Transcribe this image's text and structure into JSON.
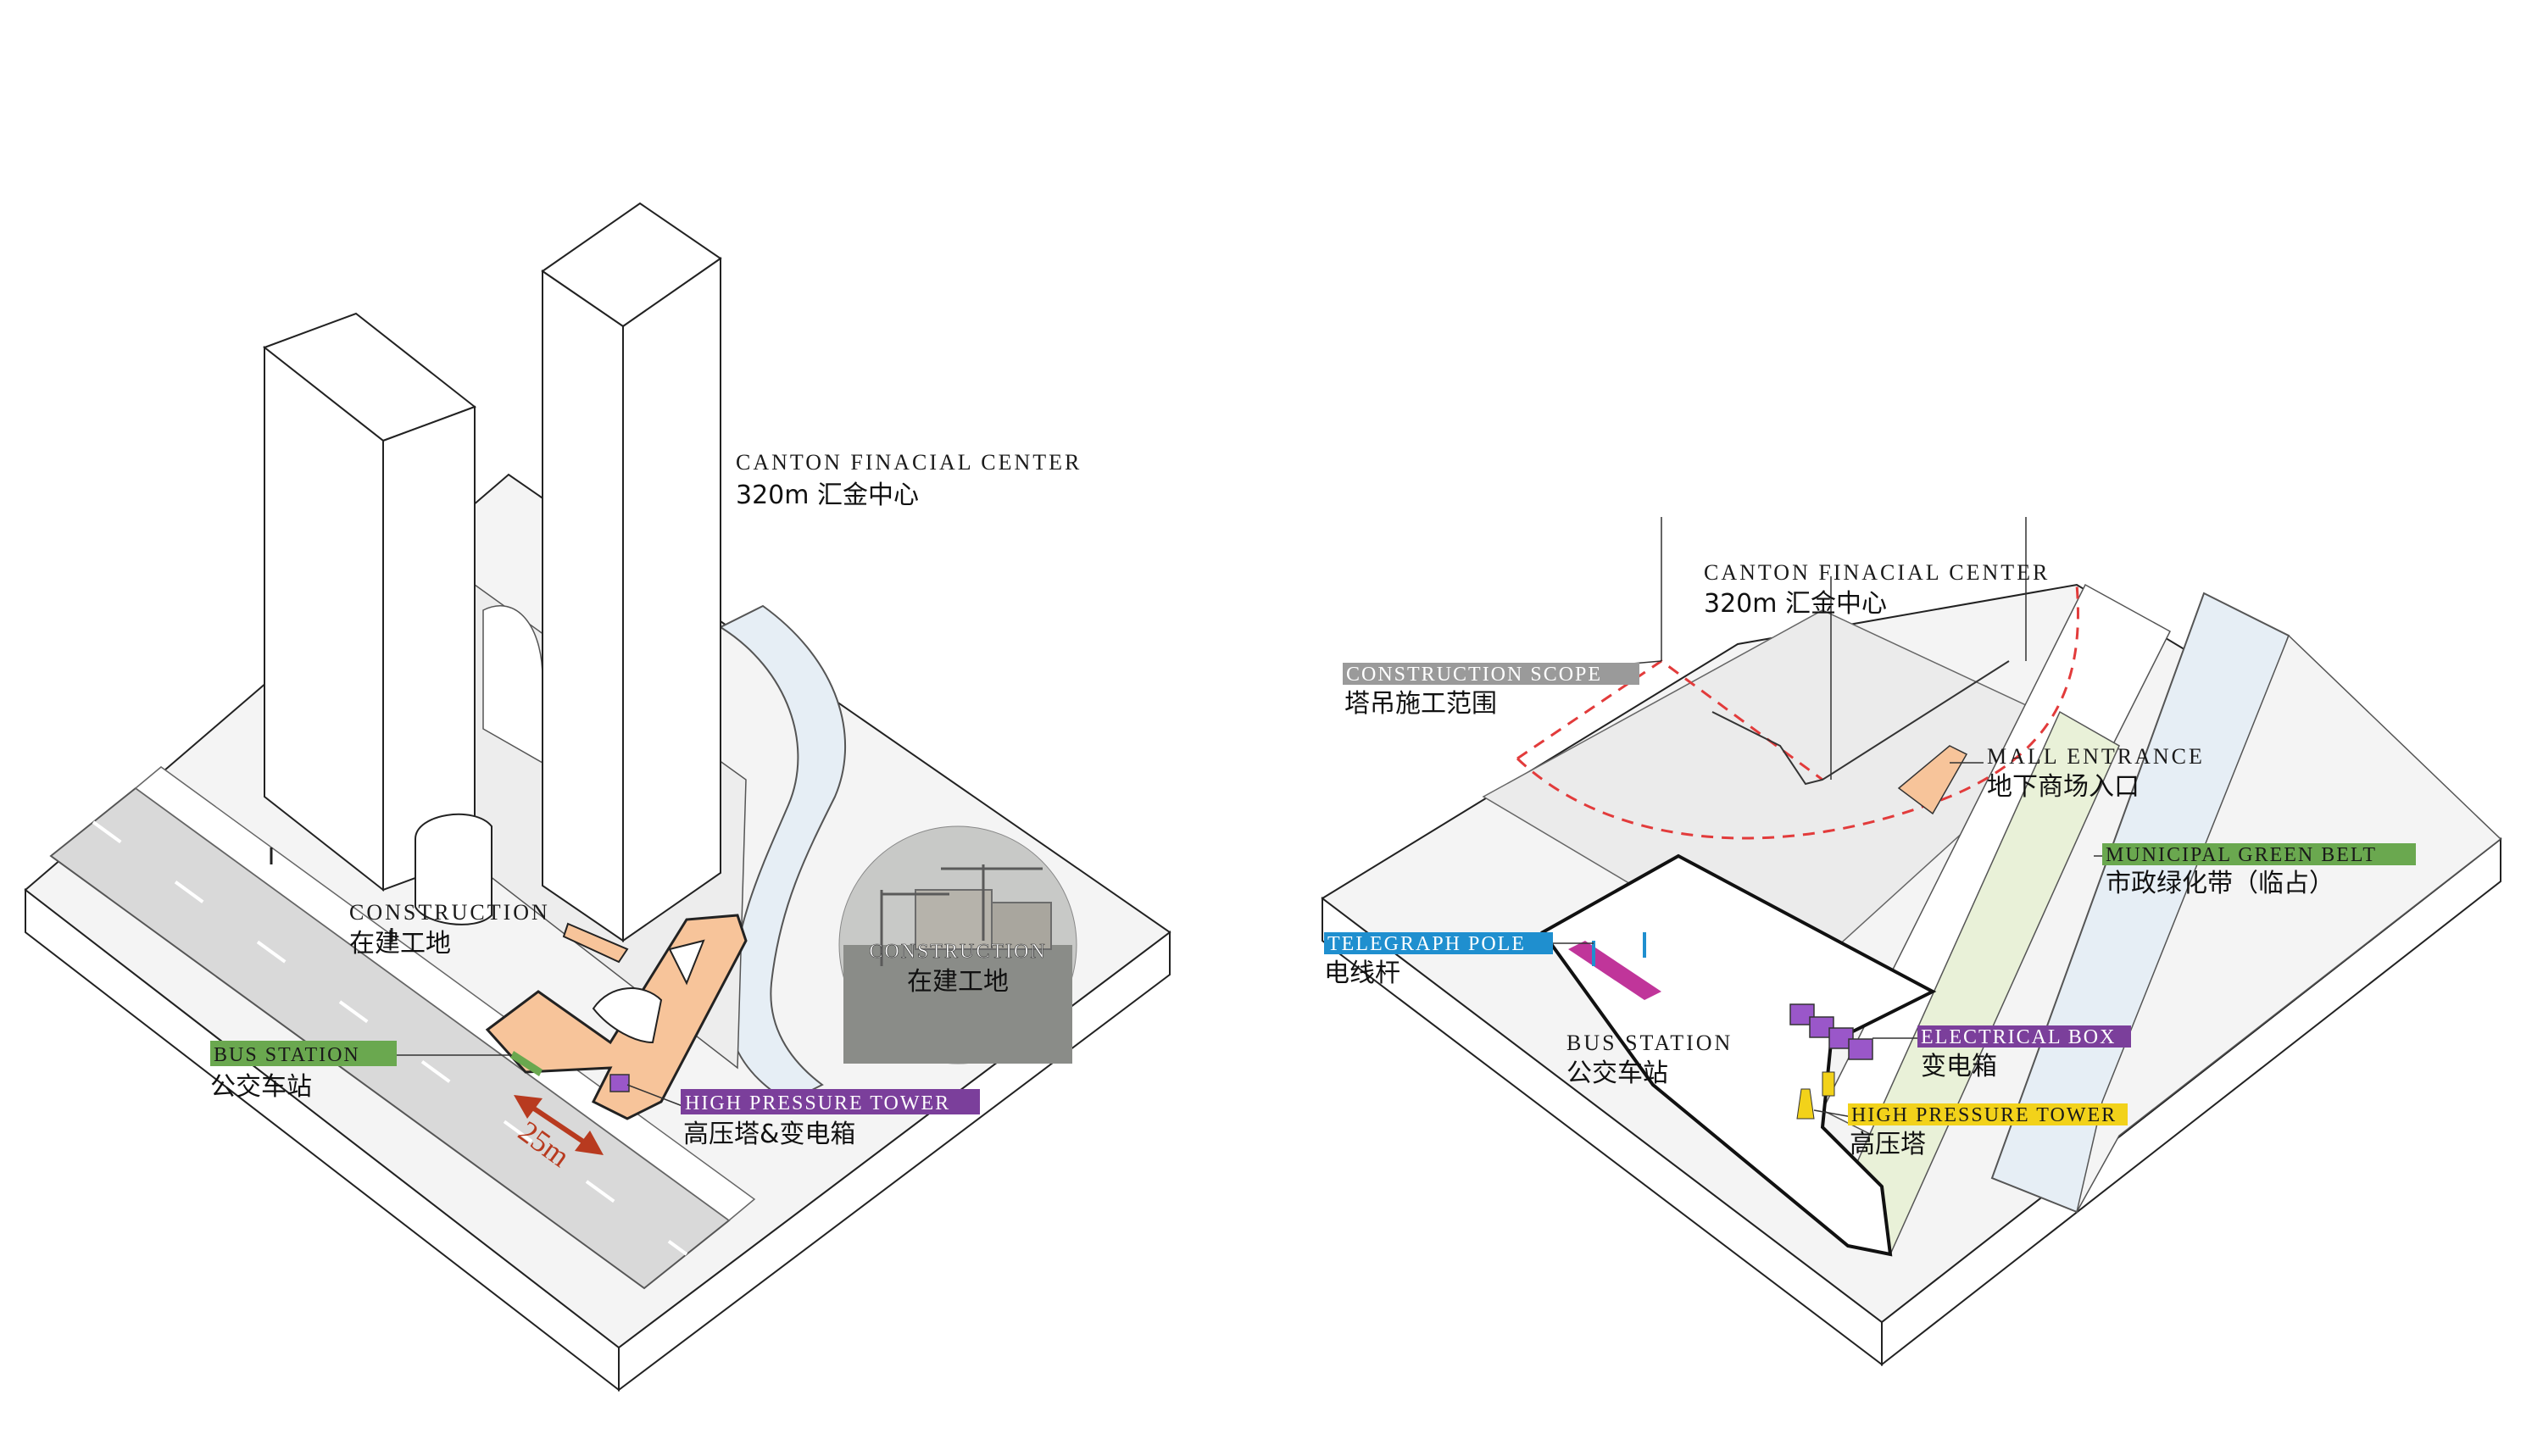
{
  "colors": {
    "site_orange": "#f7c49a",
    "bus_green": "#6aa84f",
    "tower_purple": "#7b3f9b",
    "purple_box": "#9a57c9",
    "pole_blue": "#1f8fcf",
    "pole_magenta": "#c0359a",
    "yellow": "#f2d21a",
    "green_belt": "#e9f1d8",
    "river_blue": "#e6eef5",
    "scope_red": "#e23b3b",
    "dim_red": "#b83a1f",
    "gray_road": "#d9d9d9"
  },
  "left": {
    "canton_en": "CANTON FINACIAL CENTER",
    "canton_cn": "320m  汇金中心",
    "construction_en": "CONSTRUCTION",
    "construction_cn": "在建工地",
    "bus_en": "BUS STATION",
    "bus_cn": "公交车站",
    "tower_en": "HIGH PRESSURE TOWER",
    "tower_cn": "高压塔&变电箱",
    "photo_en": "CONSTRUCTION",
    "photo_cn": "在建工地",
    "dimension": "25m"
  },
  "right": {
    "canton_en": "CANTON FINACIAL CENTER",
    "canton_cn": "320m  汇金中心",
    "scope_en": "CONSTRUCTION SCOPE",
    "scope_cn": "塔吊施工范围",
    "mall_en": "MALL ENTRANCE",
    "mall_cn": "地下商场入口",
    "green_en": "MUNICIPAL GREEN BELT",
    "green_cn": "市政绿化带（临占）",
    "pole_en": "TELEGRAPH POLE",
    "pole_cn": "电线杆",
    "bus_en": "BUS STATION",
    "bus_cn": "公交车站",
    "ebox_en": "ELECTRICAL BOX",
    "ebox_cn": "变电箱",
    "hp_en": "HIGH PRESSURE TOWER",
    "hp_cn": "高压塔"
  }
}
